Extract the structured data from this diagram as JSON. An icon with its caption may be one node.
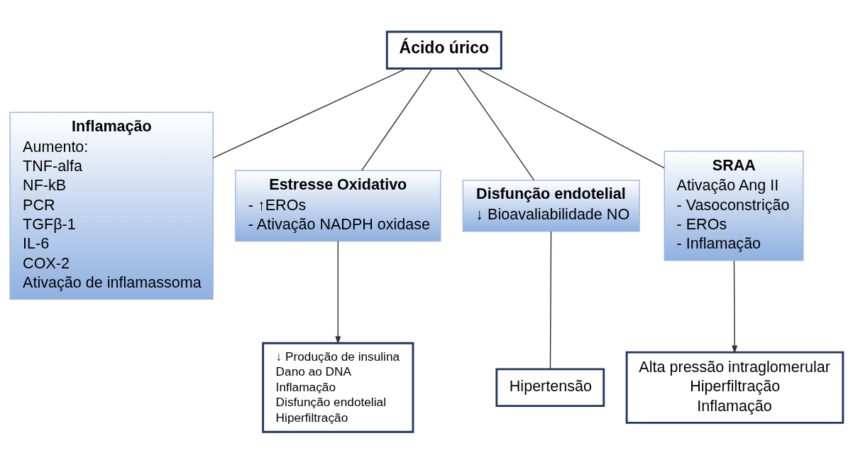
{
  "diagram": {
    "nodes": [
      {
        "text": [
          "Ácido úrico"
        ]
      },
      {
        "text": [
          "Inflamação",
          "Aumento:",
          "TNF-alfa",
          "NF-kB",
          "PCR",
          "TGFβ-1",
          "IL-6",
          "COX-2",
          "Ativação de inflamassoma"
        ]
      },
      {
        "text": [
          "Estresse Oxidativo",
          "- ↑EROs",
          "- Ativação NADPH oxidase"
        ]
      },
      {
        "text": [
          "Disfunção endotelial",
          "↓ Bioavaliabilidade NO"
        ]
      },
      {
        "text": [
          "SRAA",
          "Ativação Ang II",
          "- Vasoconstrição",
          "- EROs",
          "- Inflamação"
        ]
      },
      {
        "text": [
          "↓ Produção de insulina",
          "Dano ao DNA",
          "Inflamação",
          "Disfunção endotelial",
          "Hiperfiltração"
        ]
      },
      {
        "text": [
          "Hipertensão"
        ]
      },
      {
        "text": [
          "Alta pressão intraglomerular",
          "Hiperfiltração",
          "Inflamação"
        ]
      }
    ],
    "edges": [
      {
        "from": 0,
        "to": 1,
        "arrow": "none"
      },
      {
        "from": 0,
        "to": 2,
        "arrow": "none"
      },
      {
        "from": 0,
        "to": 3,
        "arrow": "none"
      },
      {
        "from": 0,
        "to": 4,
        "arrow": "none"
      },
      {
        "from": 2,
        "to": 5,
        "arrow": "to"
      },
      {
        "from": 3,
        "to": 6,
        "arrow": "none"
      },
      {
        "from": 4,
        "to": 7,
        "arrow": "to"
      }
    ]
  }
}
